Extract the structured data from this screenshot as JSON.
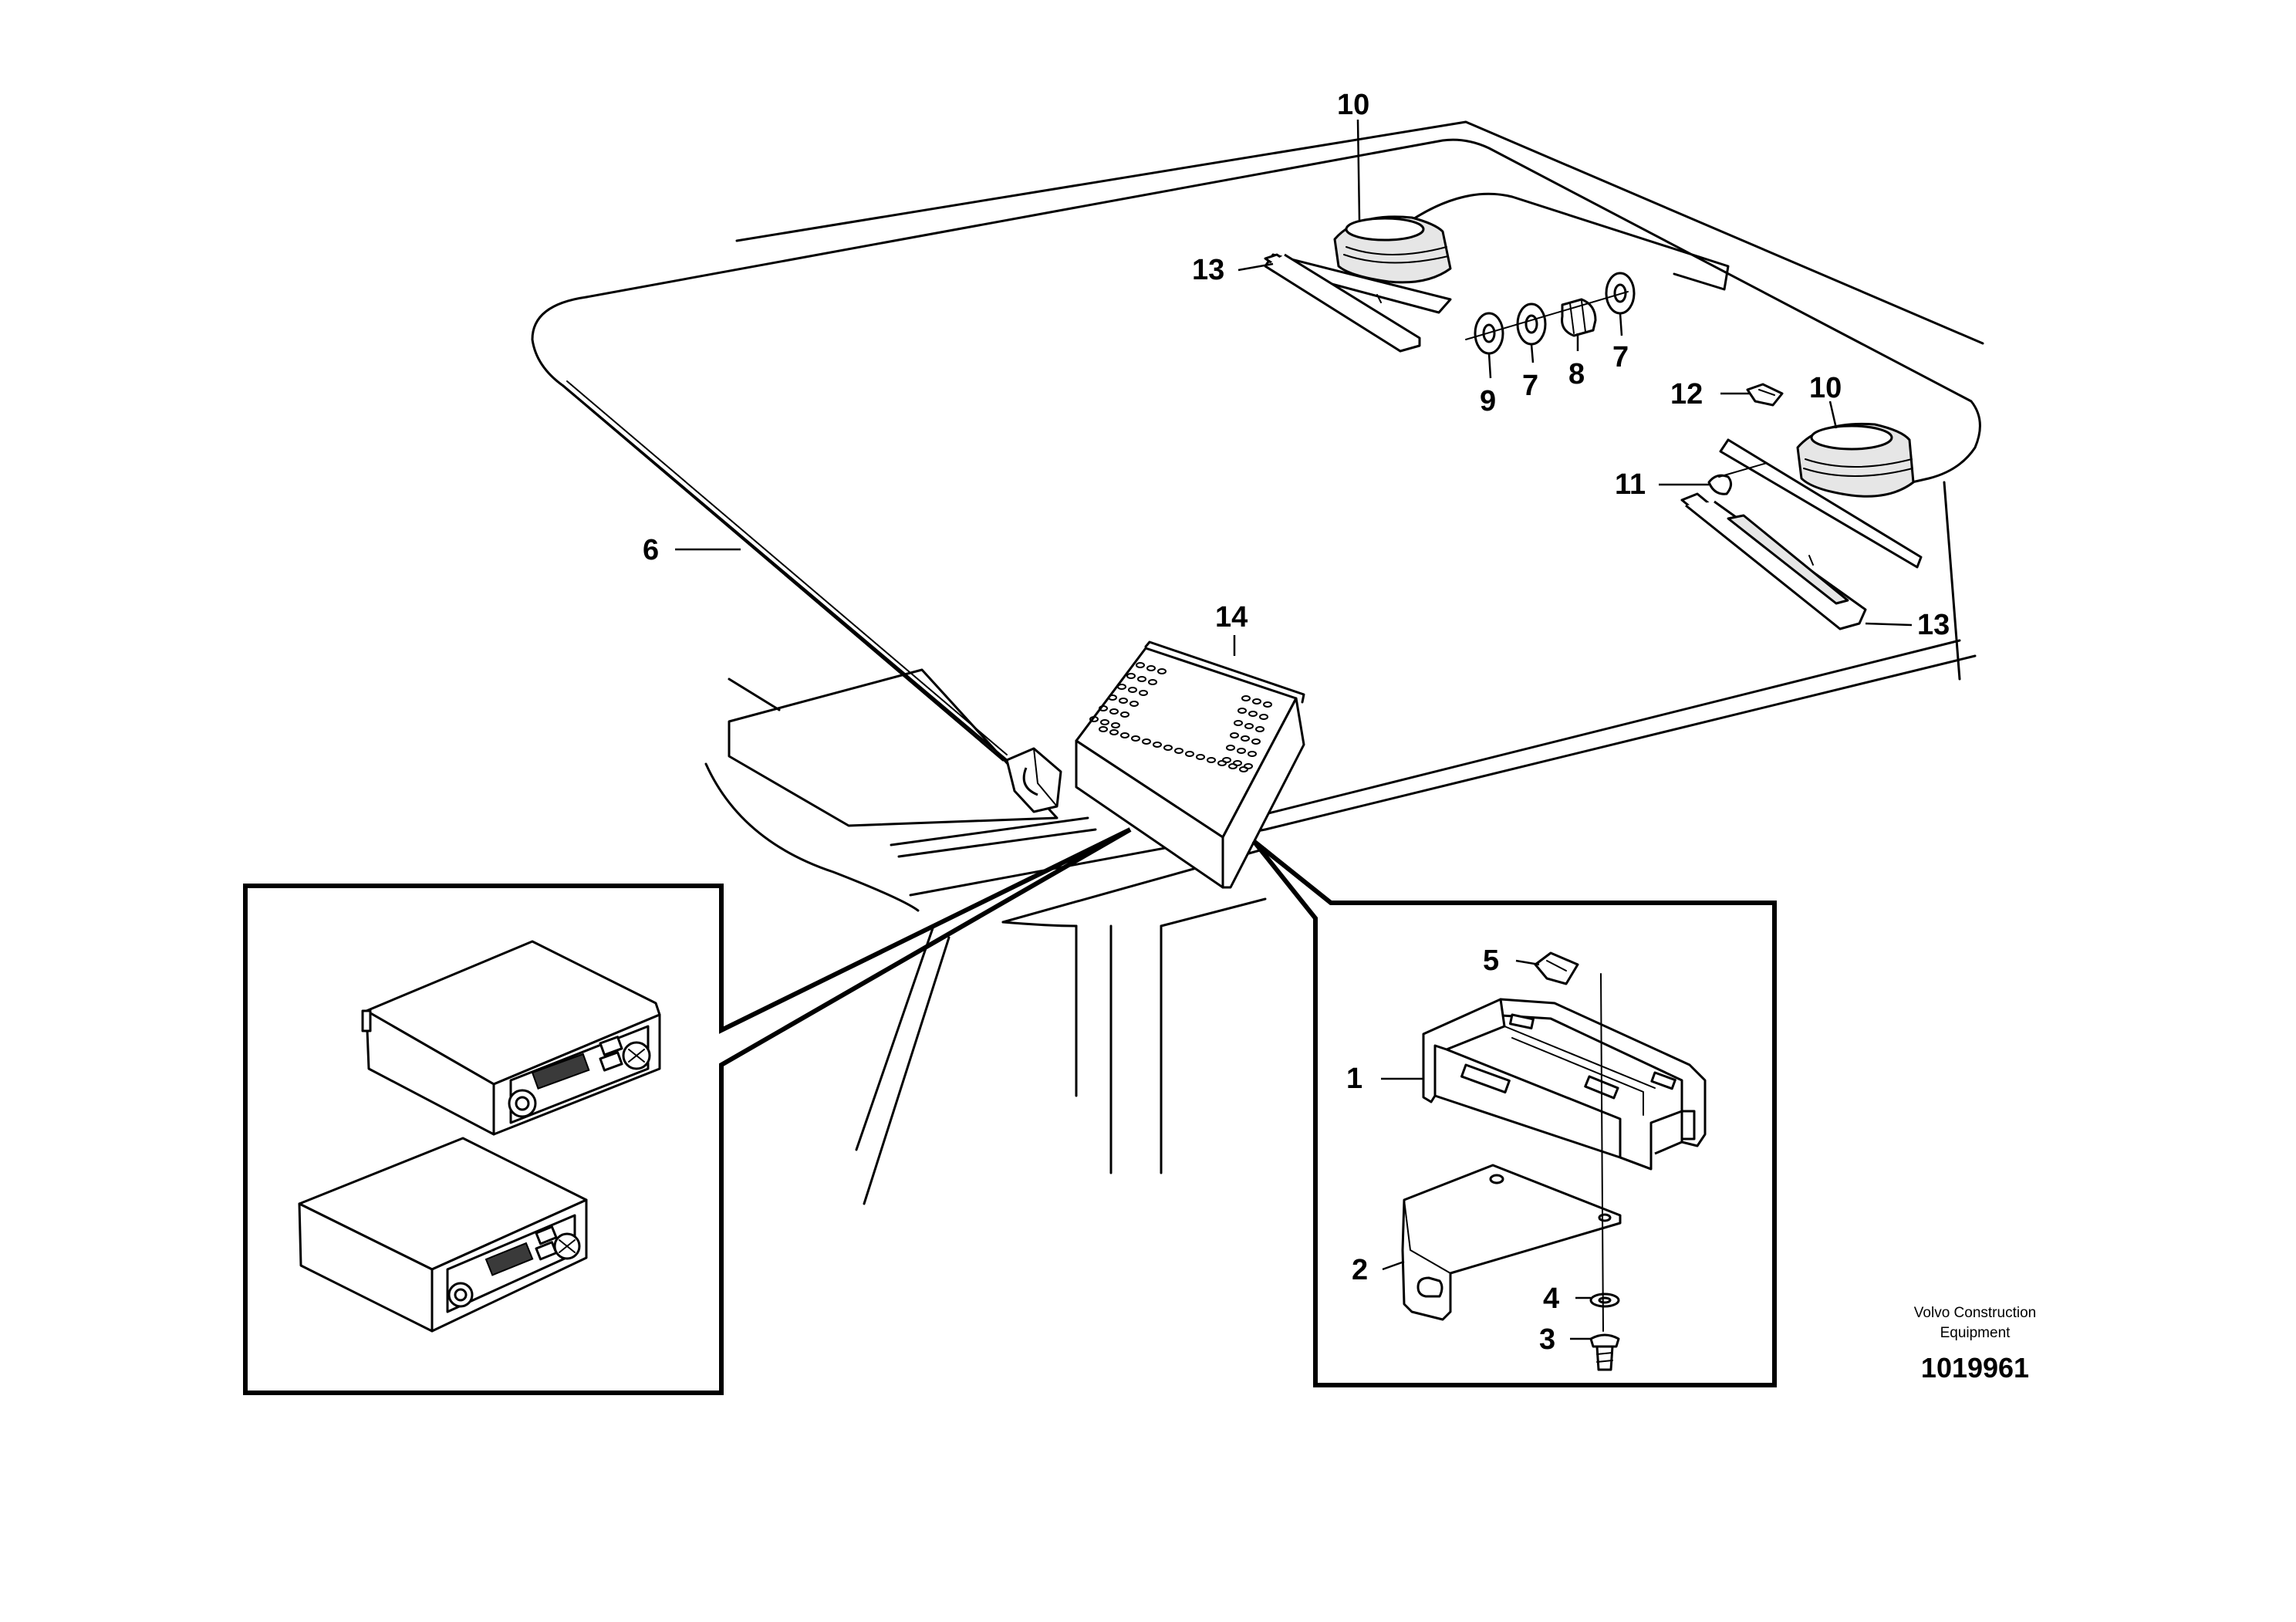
{
  "callouts": [
    {
      "id": "c10a",
      "label": "10"
    },
    {
      "id": "c13a",
      "label": "13"
    },
    {
      "id": "c9",
      "label": "9"
    },
    {
      "id": "c7a",
      "label": "7"
    },
    {
      "id": "c8",
      "label": "8"
    },
    {
      "id": "c7b",
      "label": "7"
    },
    {
      "id": "c12",
      "label": "12"
    },
    {
      "id": "c10b",
      "label": "10"
    },
    {
      "id": "c11",
      "label": "11"
    },
    {
      "id": "c13b",
      "label": "13"
    },
    {
      "id": "c6",
      "label": "6"
    },
    {
      "id": "c14",
      "label": "14"
    },
    {
      "id": "c5",
      "label": "5"
    },
    {
      "id": "c1",
      "label": "1"
    },
    {
      "id": "c2",
      "label": "2"
    },
    {
      "id": "c4",
      "label": "4"
    },
    {
      "id": "c3",
      "label": "3"
    }
  ],
  "footer": {
    "brand_line1": "Volvo Construction",
    "brand_line2": "Equipment",
    "doc_number": "1019961"
  }
}
